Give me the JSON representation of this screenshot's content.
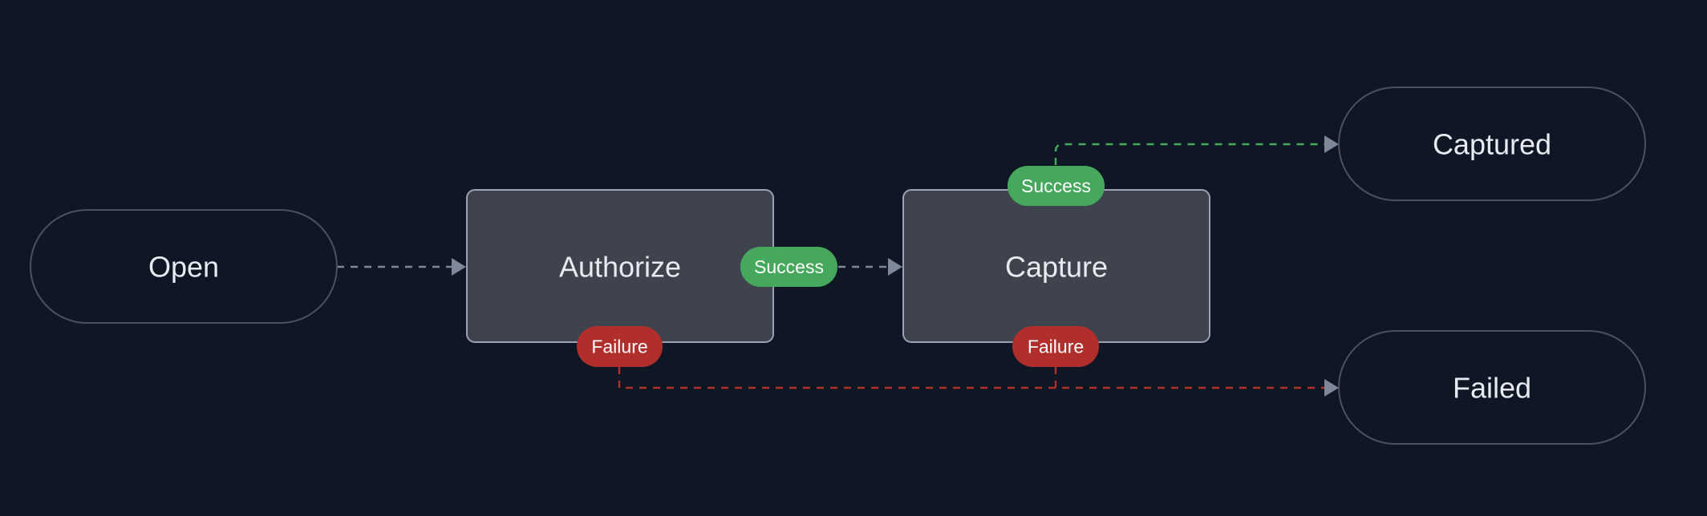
{
  "colors": {
    "background": "#101724",
    "neutral_edge": "#7f879a",
    "success": "#46a85c",
    "failure": "#b02e2b"
  },
  "nodes": {
    "open": {
      "label": "Open",
      "shape": "rounded-pill"
    },
    "authorize": {
      "label": "Authorize",
      "shape": "rounded-rectangle"
    },
    "capture": {
      "label": "Capture",
      "shape": "rounded-rectangle"
    },
    "captured": {
      "label": "Captured",
      "shape": "rounded-pill"
    },
    "failed": {
      "label": "Failed",
      "shape": "rounded-pill"
    }
  },
  "edges": [
    {
      "from": "Open",
      "to": "Authorize",
      "label": ""
    },
    {
      "from": "Authorize",
      "to": "Capture",
      "label": "Success"
    },
    {
      "from": "Authorize",
      "to": "Failed",
      "label": "Failure"
    },
    {
      "from": "Capture",
      "to": "Captured",
      "label": "Success"
    },
    {
      "from": "Capture",
      "to": "Failed",
      "label": "Failure"
    }
  ],
  "badges": {
    "authorize_success": "Success",
    "authorize_failure": "Failure",
    "capture_success": "Success",
    "capture_failure": "Failure"
  }
}
